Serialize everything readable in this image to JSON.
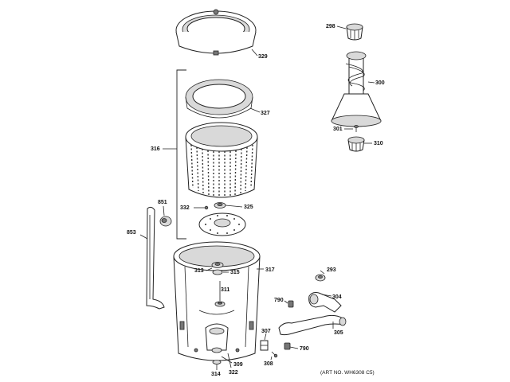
{
  "art_number": "(ART NO. WH6308 C5)",
  "callouts": {
    "c298": "298",
    "c300": "300",
    "c301": "301",
    "c310": "310",
    "c329": "329",
    "c327": "327",
    "c316": "316",
    "c332": "332",
    "c325": "325",
    "c851": "851",
    "c853": "853",
    "c317": "317",
    "c313": "313",
    "c315": "315",
    "c311": "311",
    "c293": "293",
    "c304": "304",
    "c790a": "790",
    "c305": "305",
    "c307": "307",
    "c790b": "790",
    "c308": "308",
    "c309": "309",
    "c314": "314",
    "c322": "322"
  }
}
